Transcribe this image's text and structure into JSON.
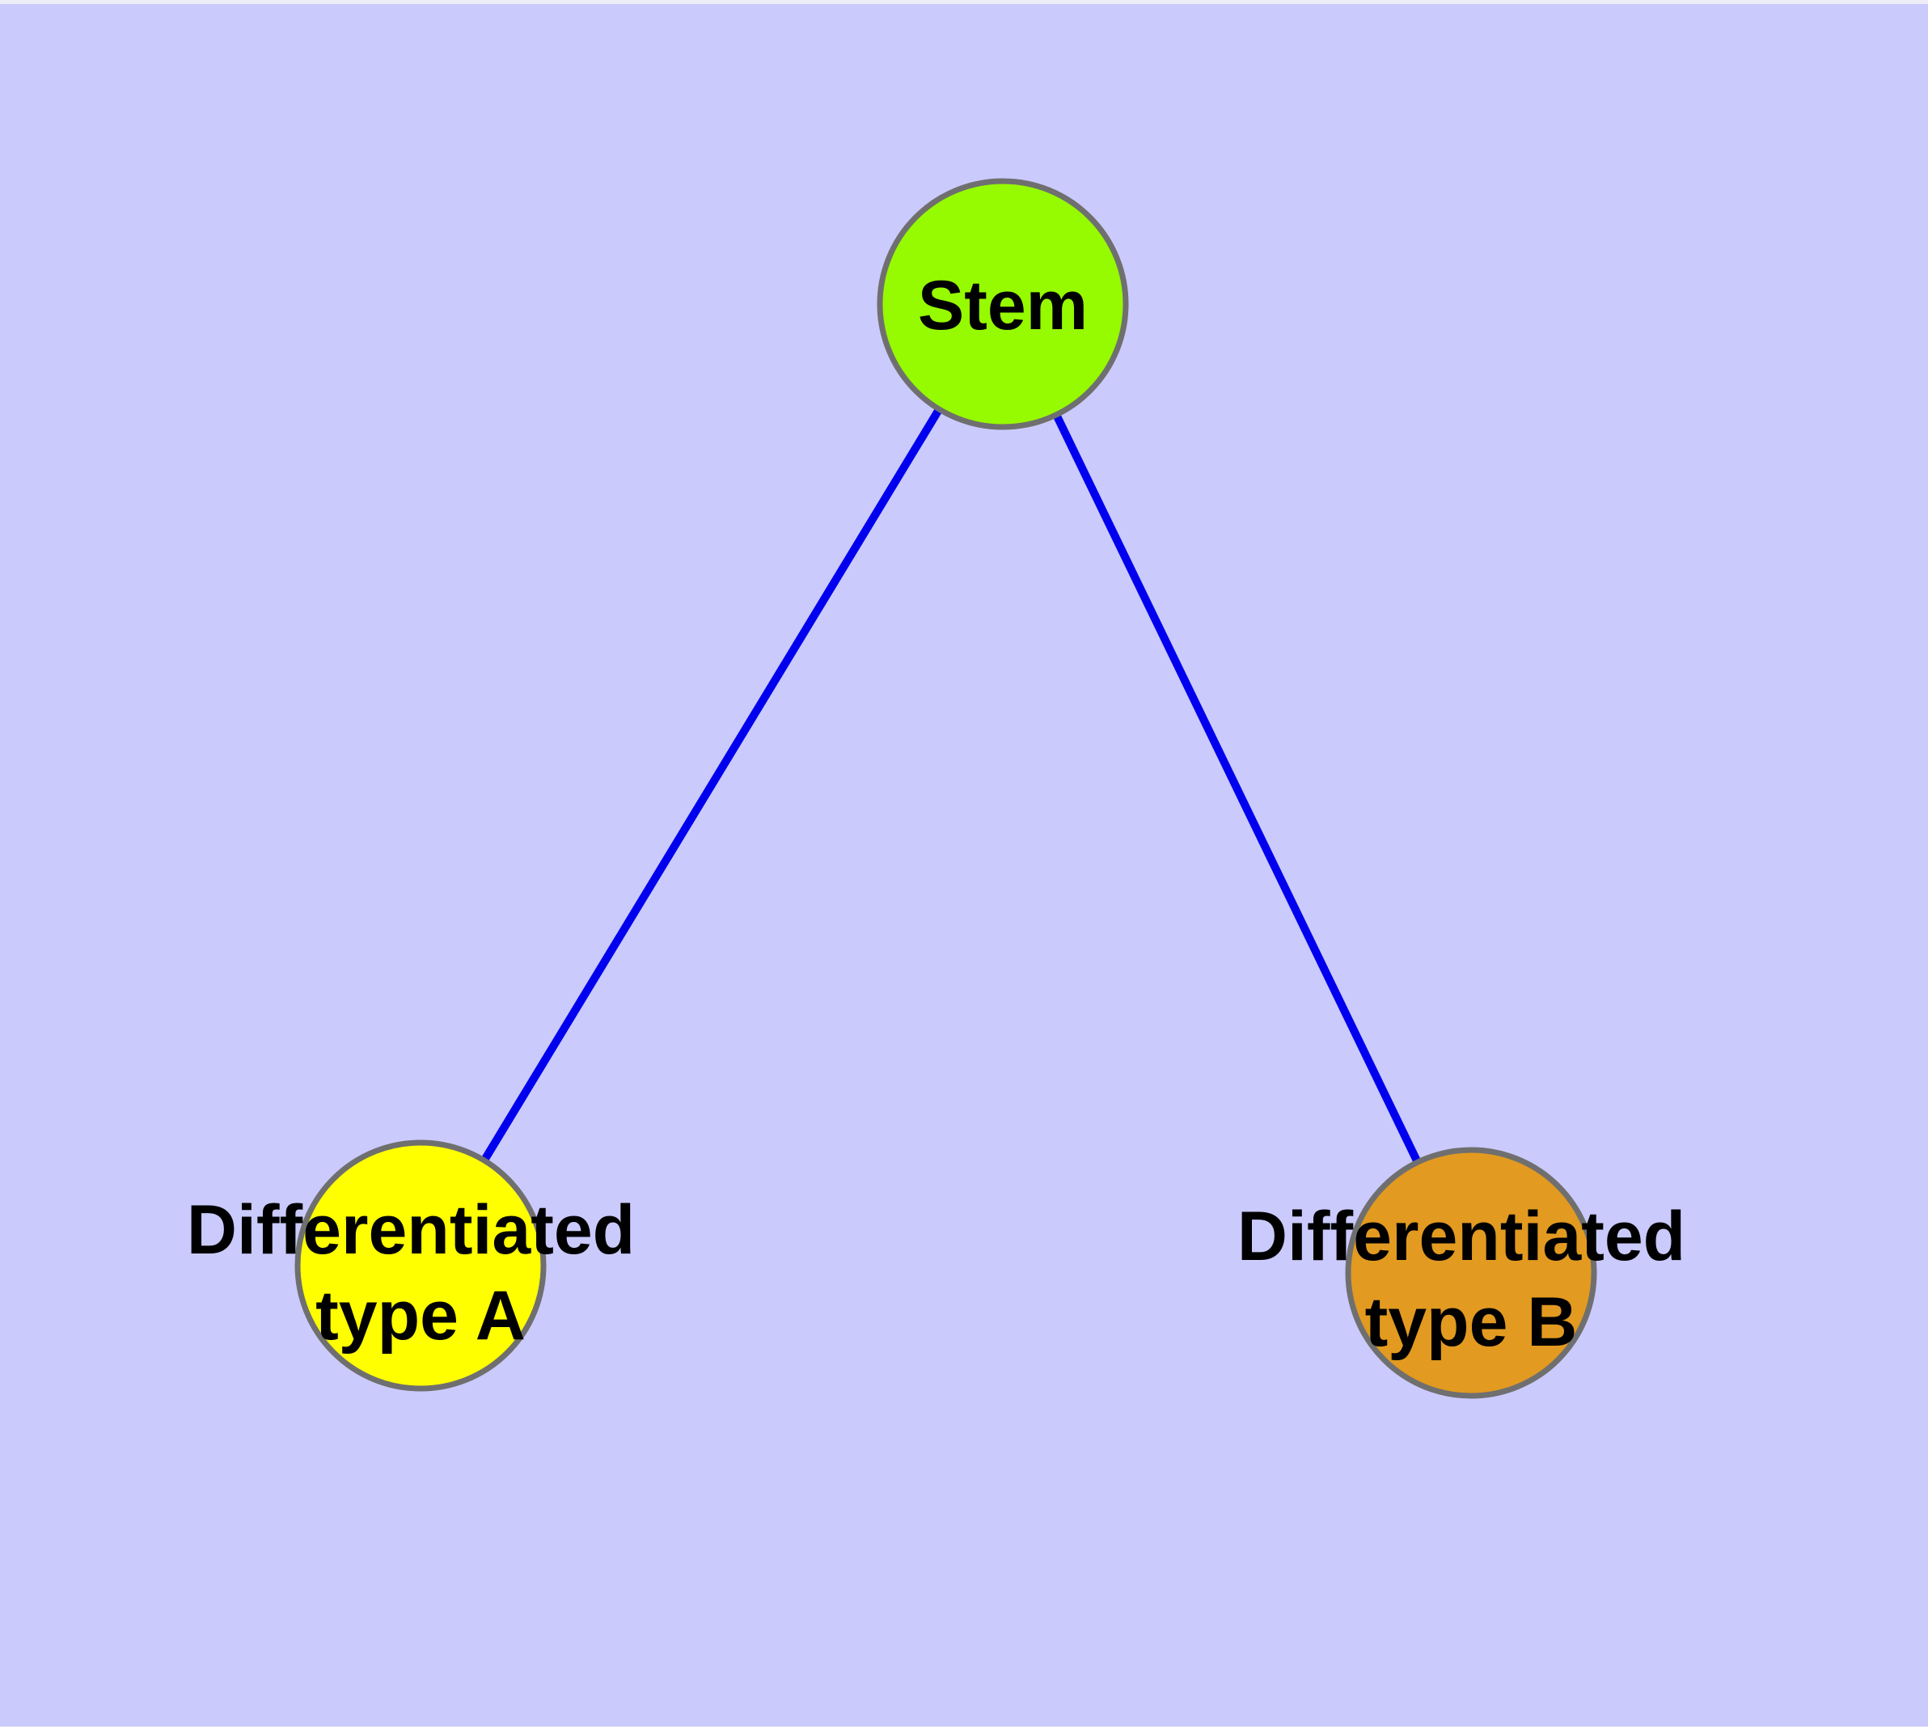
{
  "diagram": {
    "type": "graph",
    "description": "Stem cell differentiation tree with one root node and two child nodes",
    "nodes": {
      "stem": {
        "id": "stem",
        "label": "Stem",
        "fill": "#96FA00"
      },
      "type_a": {
        "id": "type_a",
        "label_line1": "Differentiated",
        "label_line2": "type A",
        "fill": "#FFFF00"
      },
      "type_b": {
        "id": "type_b",
        "label_line1": "Differentiated",
        "label_line2": "type B",
        "fill": "#E29A20"
      }
    },
    "edges": [
      {
        "from": "Stem",
        "to": "Differentiated type A"
      },
      {
        "from": "Stem",
        "to": "Differentiated type B"
      }
    ]
  },
  "colors": {
    "background": "#CACAFC",
    "edge": "#0000EE",
    "node_border": "#6F6F6F",
    "label_text": "#000000",
    "top_edge_strip": "#EDEDF8",
    "bottom_edge_strip": "#FEFEFE"
  }
}
